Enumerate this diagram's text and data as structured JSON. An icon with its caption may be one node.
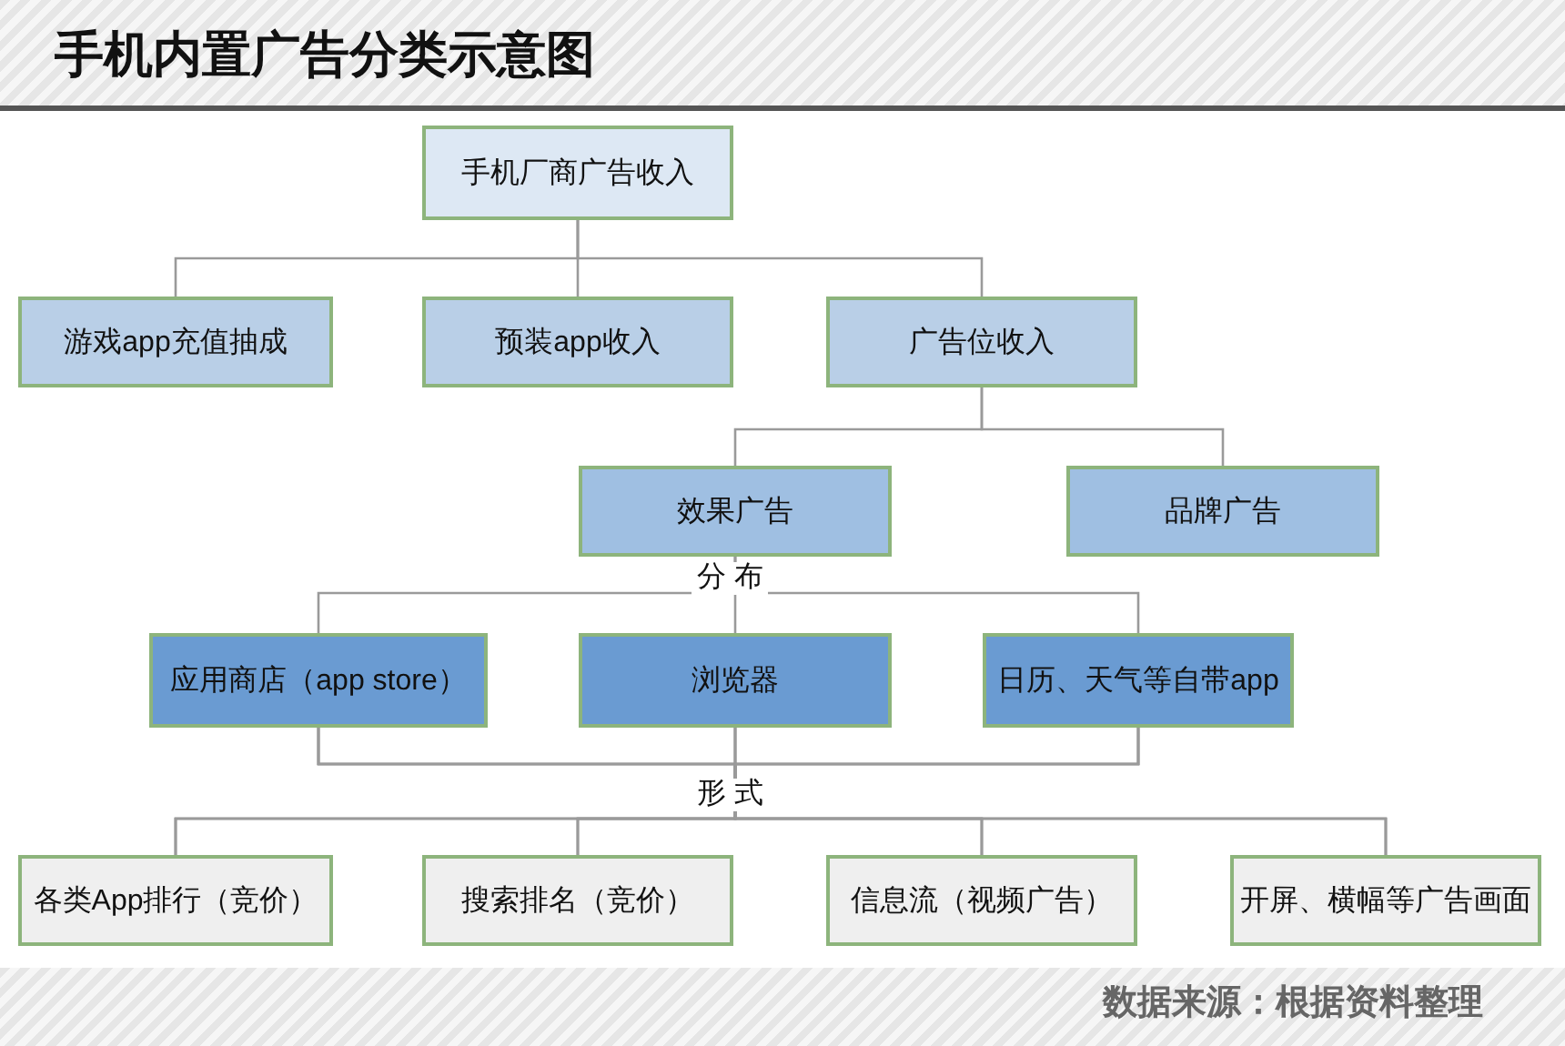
{
  "diagram": {
    "title": "手机内置广告分类示意图",
    "caption": "数据来源：根据资料整理",
    "nodes": [
      {
        "text": [
          "手机厂商广告收入"
        ]
      },
      {
        "text": [
          "游戏app充值抽成"
        ]
      },
      {
        "text": [
          "预装app收入"
        ]
      },
      {
        "text": [
          "广告位收入"
        ]
      },
      {
        "text": [
          "效果广告"
        ]
      },
      {
        "text": [
          "品牌广告"
        ]
      },
      {
        "text": [
          "应用商店（app store）"
        ]
      },
      {
        "text": [
          "浏览器"
        ]
      },
      {
        "text": [
          "日历、天气等自带app"
        ]
      },
      {
        "text": [
          "各类App排行（竞价）"
        ]
      },
      {
        "text": [
          "搜索排名（竞价）"
        ]
      },
      {
        "text": [
          "信息流（视频广告）"
        ]
      },
      {
        "text": [
          "开屏、横幅等广告画面"
        ]
      }
    ],
    "edges": [
      {
        "from": 0,
        "to": 1,
        "arrow": "none"
      },
      {
        "from": 0,
        "to": 2,
        "arrow": "none"
      },
      {
        "from": 0,
        "to": 3,
        "arrow": "none"
      },
      {
        "from": 3,
        "to": 4,
        "arrow": "none"
      },
      {
        "from": 3,
        "to": 5,
        "arrow": "none"
      },
      {
        "from": 4,
        "to": 6,
        "arrow": "none"
      },
      {
        "from": 4,
        "to": 7,
        "arrow": "none"
      },
      {
        "from": 4,
        "to": 8,
        "arrow": "none"
      },
      {
        "from": 6,
        "to": 9,
        "arrow": "none"
      },
      {
        "from": 6,
        "to": 10,
        "arrow": "none"
      },
      {
        "from": 6,
        "to": 11,
        "arrow": "none"
      },
      {
        "from": 6,
        "to": 12,
        "arrow": "none"
      },
      {
        "from": 7,
        "to": 9,
        "arrow": "none"
      },
      {
        "from": 7,
        "to": 10,
        "arrow": "none"
      },
      {
        "from": 7,
        "to": 11,
        "arrow": "none"
      },
      {
        "from": 7,
        "to": 12,
        "arrow": "none"
      },
      {
        "from": 8,
        "to": 9,
        "arrow": "none"
      },
      {
        "from": 8,
        "to": 10,
        "arrow": "none"
      },
      {
        "from": 8,
        "to": 11,
        "arrow": "none"
      },
      {
        "from": 8,
        "to": 12,
        "arrow": "none"
      }
    ],
    "labels": [
      "分 布",
      "形 式"
    ]
  }
}
